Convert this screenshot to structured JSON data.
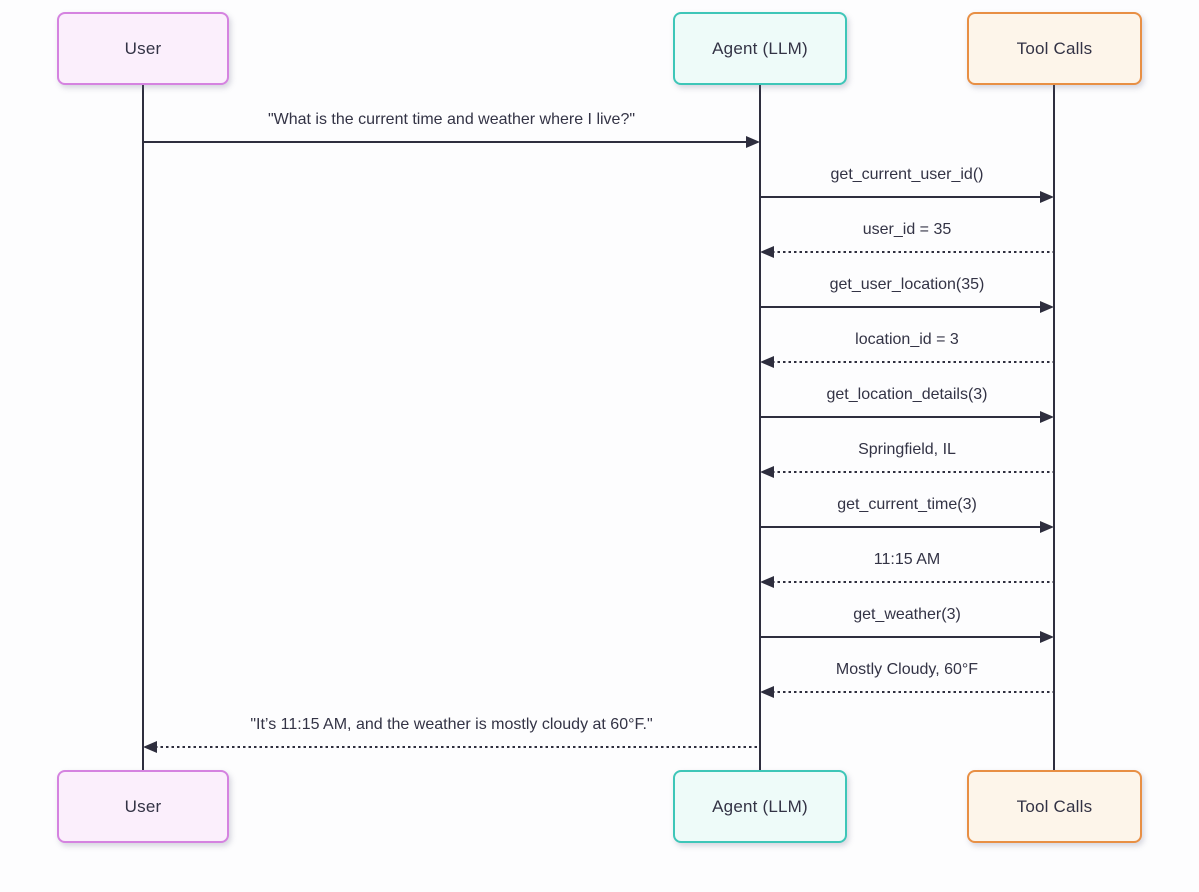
{
  "diagram": {
    "type": "sequence",
    "background_color": "#fdfdfe",
    "line_color": "#2e2e3e",
    "text_color": "#333345"
  },
  "actors": [
    {
      "id": "user",
      "label": "User",
      "border_color": "#d583e0",
      "fill_color": "#fbeffc"
    },
    {
      "id": "agent",
      "label": "Agent (LLM)",
      "border_color": "#3ec6b8",
      "fill_color": "#eefbf9"
    },
    {
      "id": "tool",
      "label": "Tool Calls",
      "border_color": "#e88f44",
      "fill_color": "#fdf5ea"
    }
  ],
  "messages": [
    {
      "from": "user",
      "to": "agent",
      "style": "solid",
      "label": "\"What is the current time and weather where I live?\""
    },
    {
      "from": "agent",
      "to": "tool",
      "style": "solid",
      "label": "get_current_user_id()"
    },
    {
      "from": "tool",
      "to": "agent",
      "style": "dotted",
      "label": "user_id = 35"
    },
    {
      "from": "agent",
      "to": "tool",
      "style": "solid",
      "label": "get_user_location(35)"
    },
    {
      "from": "tool",
      "to": "agent",
      "style": "dotted",
      "label": "location_id = 3"
    },
    {
      "from": "agent",
      "to": "tool",
      "style": "solid",
      "label": "get_location_details(3)"
    },
    {
      "from": "tool",
      "to": "agent",
      "style": "dotted",
      "label": "Springfield, IL"
    },
    {
      "from": "agent",
      "to": "tool",
      "style": "solid",
      "label": "get_current_time(3)"
    },
    {
      "from": "tool",
      "to": "agent",
      "style": "dotted",
      "label": "11:15 AM"
    },
    {
      "from": "agent",
      "to": "tool",
      "style": "solid",
      "label": "get_weather(3)"
    },
    {
      "from": "tool",
      "to": "agent",
      "style": "dotted",
      "label": "Mostly Cloudy, 60°F"
    },
    {
      "from": "agent",
      "to": "user",
      "style": "dotted",
      "label": "\"It’s 11:15 AM, and the weather is mostly cloudy at 60°F.\""
    }
  ]
}
